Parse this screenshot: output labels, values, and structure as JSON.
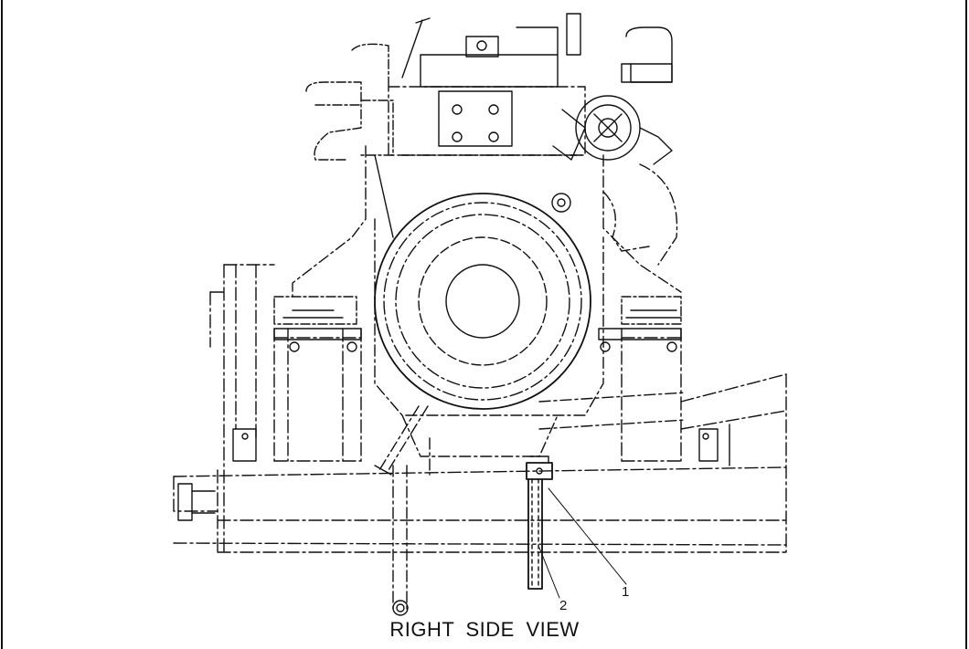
{
  "figure": {
    "caption": "RIGHT SIDE VIEW",
    "callouts": [
      {
        "id": "1",
        "label": "1"
      },
      {
        "id": "2",
        "label": "2"
      }
    ],
    "line_color": "#111111",
    "background": "#ffffff"
  }
}
